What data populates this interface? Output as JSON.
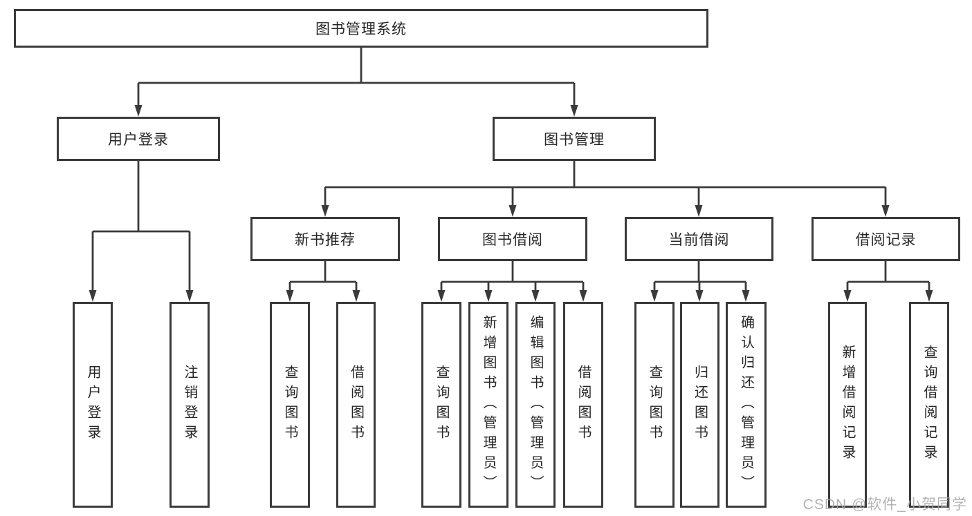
{
  "diagram_type": "functional-structure-tree",
  "colors": {
    "line": "#3a3a3a",
    "box_border": "#3a3a3a",
    "text": "#262626",
    "watermark": "#a6a6a6",
    "background": "#ffffff"
  },
  "hierarchy": {
    "root": {
      "label": "图书管理系统",
      "children": [
        {
          "label": "用户登录",
          "children": [
            {
              "label": "用户登录"
            },
            {
              "label": "注销登录"
            }
          ]
        },
        {
          "label": "图书管理",
          "children": [
            {
              "label": "新书推荐",
              "children": [
                {
                  "label": "查询图书"
                },
                {
                  "label": "借阅图书"
                }
              ]
            },
            {
              "label": "图书借阅",
              "children": [
                {
                  "label": "查询图书"
                },
                {
                  "label": "新增图书（管理员）"
                },
                {
                  "label": "编辑图书（管理员）"
                },
                {
                  "label": "借阅图书"
                }
              ]
            },
            {
              "label": "当前借阅",
              "children": [
                {
                  "label": "查询图书"
                },
                {
                  "label": "归还图书"
                },
                {
                  "label": "确认归还（管理员）"
                }
              ]
            },
            {
              "label": "借阅记录",
              "children": [
                {
                  "label": "新增借阅记录"
                },
                {
                  "label": "查询借阅记录"
                }
              ]
            }
          ]
        }
      ]
    }
  },
  "watermark": {
    "text": "CSDN @软件_小贺同学"
  }
}
